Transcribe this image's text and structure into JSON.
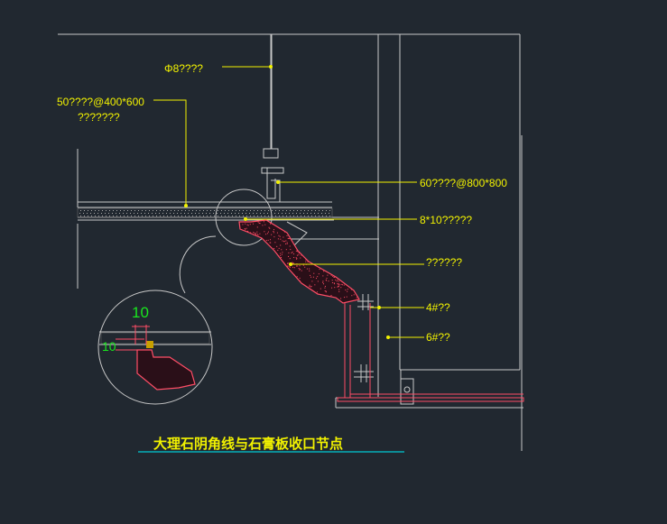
{
  "drawing": {
    "title": "大理石阴角线与石膏板收口节点",
    "colors": {
      "background": "#212830",
      "structure": "#c8c8c8",
      "leader": "#f2f200",
      "stone": "#ff4d66",
      "dimension": "#19e61e",
      "title_underline": "#00c8d2"
    },
    "annotations": [
      {
        "id": "rod",
        "text": "Φ8????"
      },
      {
        "id": "keel",
        "text": "50????@400*600"
      },
      {
        "id": "keel2",
        "text": "???????"
      },
      {
        "id": "main_keel",
        "text": "60????@800*800"
      },
      {
        "id": "wood",
        "text": "8*10?????"
      },
      {
        "id": "marble",
        "text": "??????"
      },
      {
        "id": "angle4",
        "text": "4#??"
      },
      {
        "id": "angle6",
        "text": "6#??"
      }
    ],
    "detail_dimensions": {
      "top": "10",
      "side": "10"
    }
  }
}
